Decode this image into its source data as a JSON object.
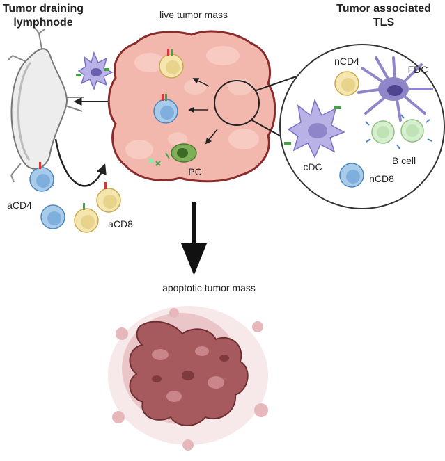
{
  "titles": {
    "lymphnode": [
      "Tumor draining",
      "lymphnode"
    ],
    "tls": [
      "Tumor associated",
      "TLS"
    ]
  },
  "labels": {
    "live_tumor": "live tumor mass",
    "apoptotic": "apoptotic tumor mass",
    "pc": "PC",
    "acd4": "aCD4",
    "acd8": "aCD8",
    "ncd4": "nCD4",
    "ncd8": "nCD8",
    "cdc": "cDC",
    "fdc": "FDC",
    "bcell": "B cell"
  },
  "colors": {
    "tumor_fill": "#f2b8ae",
    "tumor_edge": "#8b2c2c",
    "cd4_fill": "#f5e6b0",
    "cd8_fill": "#a9cbea",
    "dc_fill": "#b9b2e6",
    "fdc_fill": "#8f86c9",
    "bcell_fill": "#d6efcf",
    "pc_fill": "#7fae58",
    "node_fill": "#e9e9e9",
    "apoptotic_fill": "#a65a5e"
  }
}
